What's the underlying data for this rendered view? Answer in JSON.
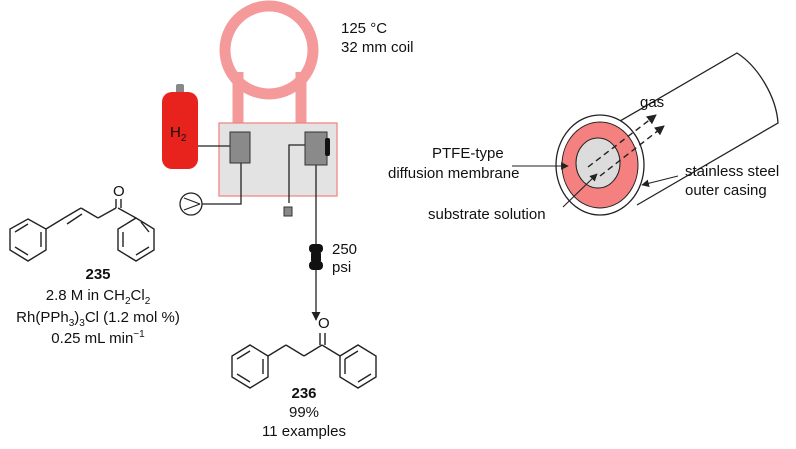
{
  "reactor": {
    "coil_temp": "125 °C",
    "coil_size": "32 mm coil",
    "h2_label": "H",
    "h2_sub": "2",
    "bpr_value": "250",
    "bpr_unit": "psi"
  },
  "starting_material": {
    "number": "235",
    "atom_O": "O",
    "conc_prefix": "2.8 M in CH",
    "conc_sub1": "2",
    "conc_mid": "Cl",
    "conc_sub2": "2",
    "cat_prefix": "Rh(PPh",
    "cat_sub": "3",
    "cat_mid": ")",
    "cat_sub2": "3",
    "cat_suffix": "Cl (1.2 mol %)",
    "flow_prefix": "0.25 mL min",
    "flow_sup": "−1"
  },
  "product": {
    "number": "236",
    "atom_O": "O",
    "yield": "99%",
    "examples": "11 examples"
  },
  "cross_section": {
    "gas": "gas",
    "membrane_line1": "PTFE-type",
    "membrane_line2": "diffusion membrane",
    "casing_line1": "stainless steel",
    "casing_line2": "outer casing",
    "substrate": "substrate solution"
  },
  "colors": {
    "coil": "#f49a9a",
    "cylinder": "#e8231e",
    "membrane": "#f48080",
    "box_fill": "#e3e3e3",
    "box_border": "#f08080"
  }
}
